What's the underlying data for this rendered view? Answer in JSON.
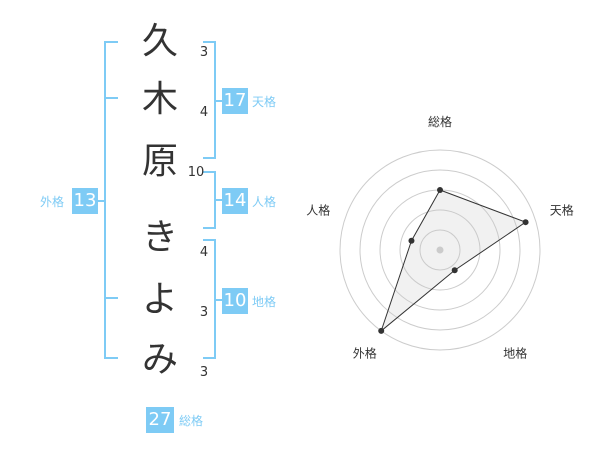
{
  "name_characters": [
    {
      "char": "久",
      "strokes": "3"
    },
    {
      "char": "木",
      "strokes": "4"
    },
    {
      "char": "原",
      "strokes": "10"
    },
    {
      "char": "き",
      "strokes": "4"
    },
    {
      "char": "よ",
      "strokes": "3"
    },
    {
      "char": "み",
      "strokes": "3"
    }
  ],
  "fortunes": {
    "tenkaku": {
      "label": "天格",
      "value": "17"
    },
    "jinkaku": {
      "label": "人格",
      "value": "14"
    },
    "chikaku": {
      "label": "地格",
      "value": "10"
    },
    "gaikaku": {
      "label": "外格",
      "value": "13"
    },
    "soukaku": {
      "label": "総格",
      "value": "27"
    }
  },
  "colors": {
    "accent": "#7ecbf5",
    "bracket": "#7ecbf5",
    "text": "#333333",
    "grid": "#cccccc",
    "fill": "#eeeeee"
  },
  "chart_data": {
    "type": "radar",
    "axes": [
      "総格",
      "天格",
      "地格",
      "外格",
      "人格"
    ],
    "values": [
      0.6,
      0.9,
      0.25,
      1.0,
      0.3
    ],
    "rings": 5,
    "grid": true
  }
}
